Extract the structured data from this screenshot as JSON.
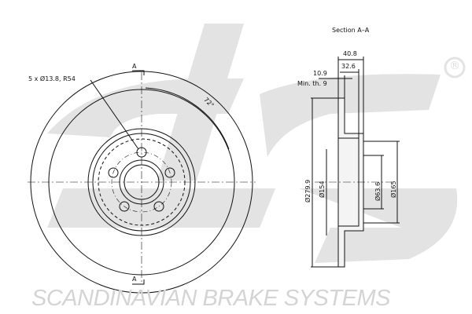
{
  "section_title": "Section A–A",
  "section_marker": "A",
  "bolt_callout": "5 x Ø13.8, R54",
  "angle": "72°",
  "dims": {
    "total_height": "40.8",
    "hat_height": "32.6",
    "thickness": "10.9",
    "min_thickness": "Min. th. 9",
    "outer_diameter": "Ø279.9",
    "hub_diameter": "Ø154",
    "center_bore": "Ø63.6",
    "hat_diameter": "Ø165"
  },
  "brand": "SCANDINAVIAN BRAKE SYSTEMS",
  "registered": "®",
  "colors": {
    "line": "#111111",
    "watermark": "#d9d9d9"
  }
}
